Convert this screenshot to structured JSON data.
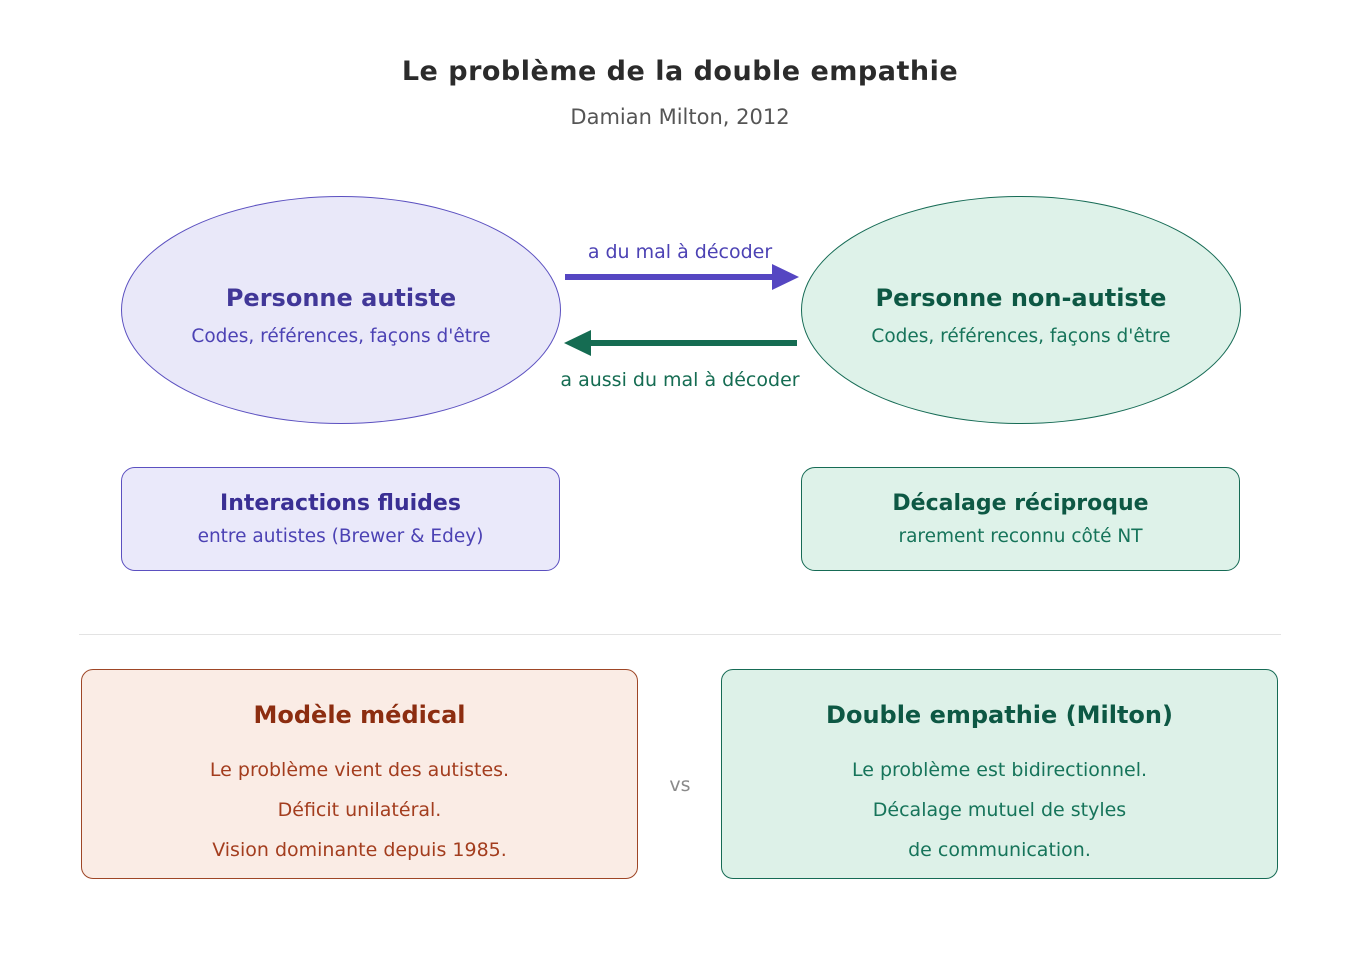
{
  "header": {
    "title": "Le problème de la double empathie",
    "subtitle": "Damian Milton, 2012"
  },
  "diagram": {
    "autistic_ellipse": {
      "title": "Personne autiste",
      "subtitle": "Codes, références, façons d'être"
    },
    "non_autistic_ellipse": {
      "title": "Personne non-autiste",
      "subtitle": "Codes, références, façons d'être"
    },
    "arrow_to_non_autistic_label": "a du mal à décoder",
    "arrow_to_autistic_label": "a aussi du mal à décoder",
    "autistic_info_box": {
      "title": "Interactions fluides",
      "subtitle": "entre autistes (Brewer & Edey)"
    },
    "non_autistic_info_box": {
      "title": "Décalage réciproque",
      "subtitle": "rarement reconnu côté NT"
    }
  },
  "comparison": {
    "vs_label": "vs",
    "medical_model": {
      "title": "Modèle médical",
      "lines": [
        "Le problème vient des autistes.",
        "Déficit unilatéral.",
        "Vision dominante depuis 1985."
      ]
    },
    "double_empathy": {
      "title": "Double empathie (Milton)",
      "lines": [
        "Le problème est bidirectionnel.",
        "Décalage mutuel de styles",
        "de communication."
      ]
    }
  },
  "colors": {
    "purple_accent": "#5546c2",
    "purple_text": "#4c42b4",
    "purple_dark": "#3a2f94",
    "purple_fill": "#e9e8f9",
    "green_accent": "#156c52",
    "green_text": "#16745a",
    "green_dark": "#0d5844",
    "green_fill": "#def2e9",
    "red_dark": "#8c2d10",
    "red_text": "#a33d1e",
    "red_fill": "#faece5",
    "red_border": "#9e4626",
    "vs_gray": "#8a8a8a",
    "title_color": "#2b2b2b",
    "subtitle_color": "#555555"
  }
}
